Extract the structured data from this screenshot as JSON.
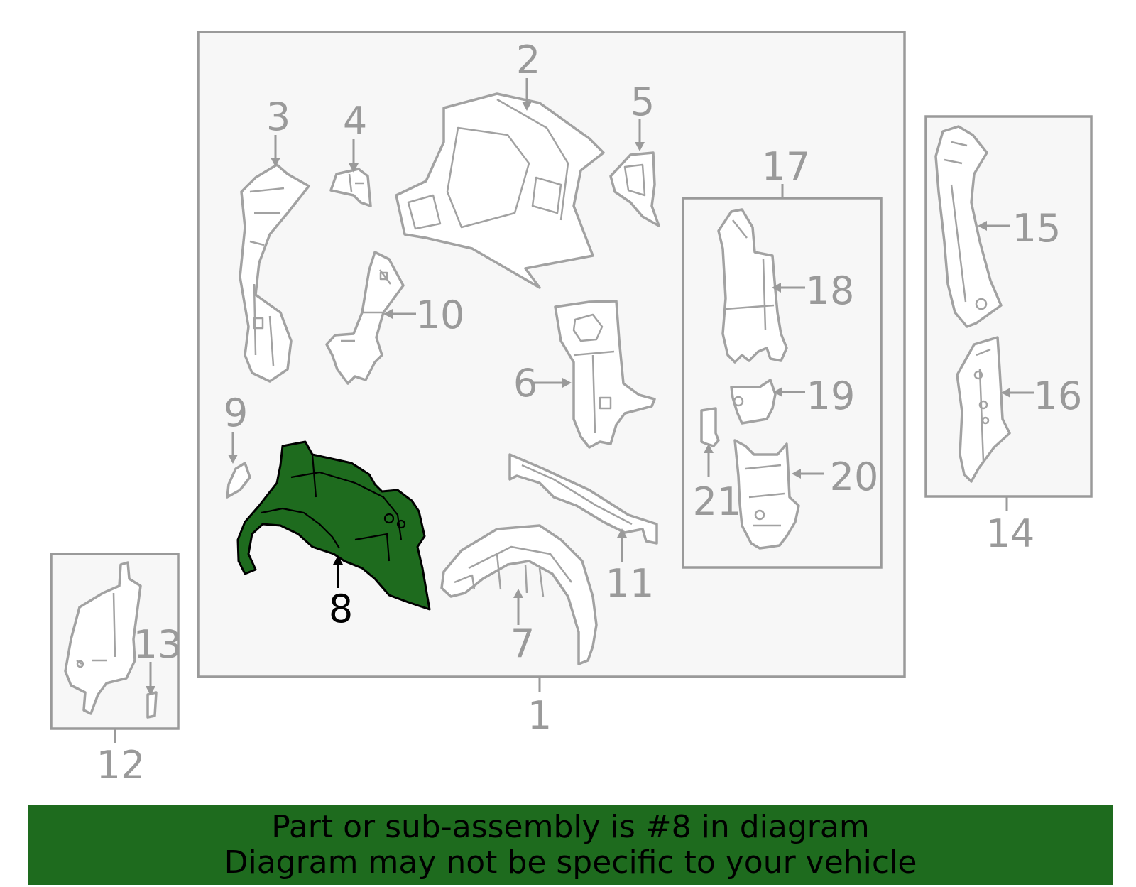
{
  "diagram": {
    "highlighted_part": "8",
    "highlight_color": "#1e6b1e",
    "callouts": {
      "c1": "1",
      "c2": "2",
      "c3": "3",
      "c4": "4",
      "c5": "5",
      "c6": "6",
      "c7": "7",
      "c8": "8",
      "c9": "9",
      "c10": "10",
      "c11": "11",
      "c12": "12",
      "c13": "13",
      "c14": "14",
      "c15": "15",
      "c16": "16",
      "c17": "17",
      "c18": "18",
      "c19": "19",
      "c20": "20",
      "c21": "21"
    }
  },
  "banner": {
    "line1": "Part or sub-assembly is #8 in diagram",
    "line2": "Diagram may not be specific to your vehicle",
    "background": "#1e6b1e"
  }
}
